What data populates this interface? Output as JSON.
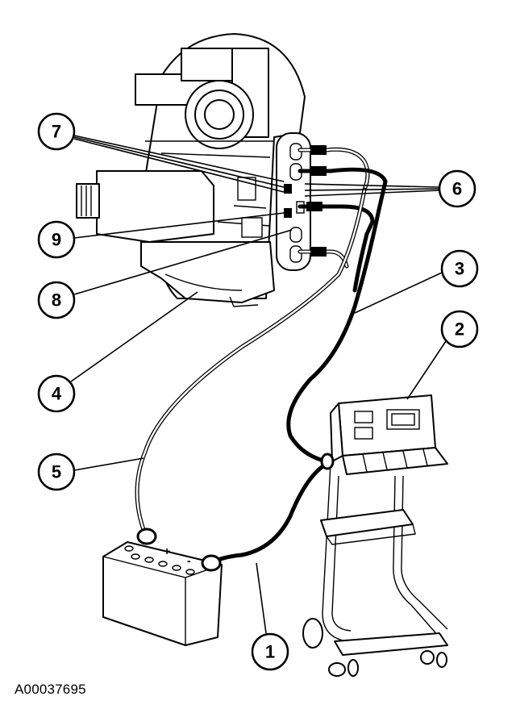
{
  "figure_id": "A00037695",
  "callouts": [
    "1",
    "2",
    "3",
    "4",
    "5",
    "6",
    "7",
    "8",
    "9"
  ],
  "battery_marks": {
    "positive": "+",
    "negative": "-"
  },
  "colors": {
    "line": "#000000",
    "background": "#ffffff"
  }
}
